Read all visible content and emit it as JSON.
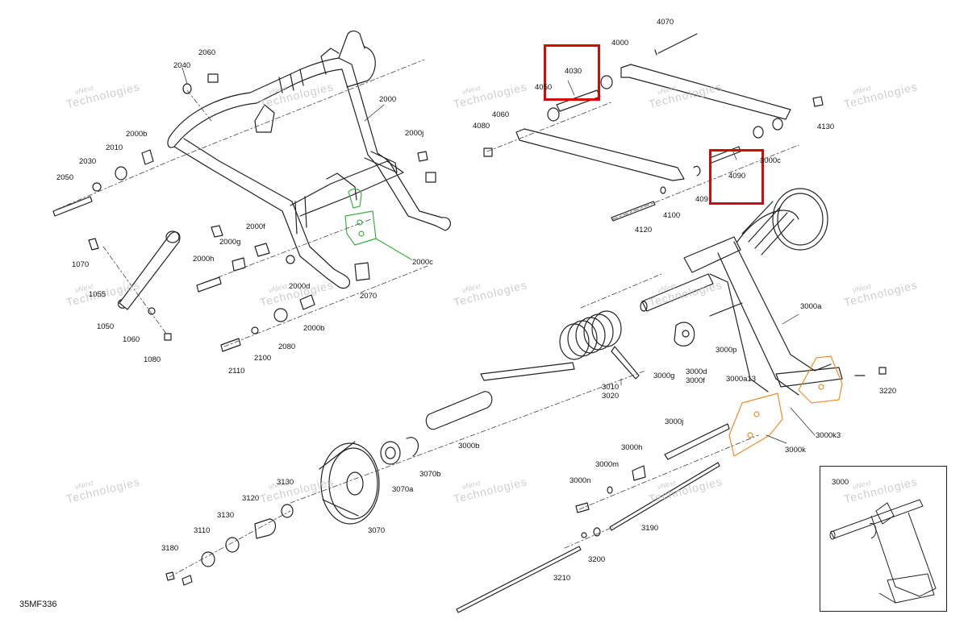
{
  "figure_code": "35MF336",
  "watermark": {
    "line1": "vNext",
    "line2": "Technologies"
  },
  "highlight_color": "#d20a0a",
  "accent_green": "#3cb043",
  "accent_orange": "#f08c2a",
  "labels": {
    "p2000": "2000",
    "p2040": "2040",
    "p2060": "2060",
    "p2000b": "2000b",
    "p2000j": "2000j",
    "p2010": "2010",
    "p2030": "2030",
    "p2050": "2050",
    "p1070": "1070",
    "p1055": "1055",
    "p1050": "1050",
    "p1060": "1060",
    "p1080": "1080",
    "p2000g": "2000g",
    "p2000f": "2000f",
    "p2000h": "2000h",
    "p2000d": "2000d",
    "p2000c": "2000c",
    "p2070": "2070",
    "p2000b2": "2000b",
    "p2080": "2080",
    "p2100": "2100",
    "p2110": "2110",
    "p4070": "4070",
    "p4000": "4000",
    "p4030": "4030",
    "p4050": "4050",
    "p4060": "4060",
    "p4080": "4080",
    "p4130": "4130",
    "p4090": "4090",
    "p3000c": "3000c",
    "p4095": "409",
    "p4100": "4100",
    "p4120": "4120",
    "p3000a": "3000a",
    "p3000p": "3000p",
    "p3000g": "3000g",
    "p3000d": "3000d",
    "p3000f": "3000f",
    "p3000a13": "3000a13",
    "p3220": "3220",
    "p3010": "3010",
    "p3020": "3020",
    "p3000j": "3000j",
    "p3000k3": "3000k3",
    "p3000k": "3000k",
    "p3000b": "3000b",
    "p3070b": "3070b",
    "p3070a": "3070a",
    "p3070": "3070",
    "p3000h": "3000h",
    "p3000m": "3000m",
    "p3000n": "3000n",
    "p3190": "3190",
    "p3200": "3200",
    "p3210": "3210",
    "p3130": "3130",
    "p3120": "3120",
    "p3110": "3110",
    "p3180": "3180",
    "p3000": "3000"
  }
}
